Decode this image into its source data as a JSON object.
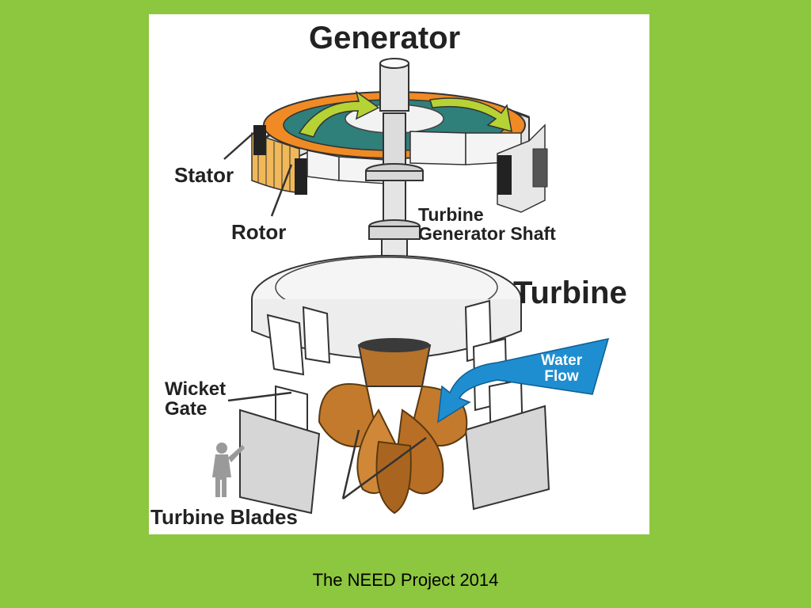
{
  "diagram": {
    "title_generator": "Generator",
    "title_turbine": "Turbine",
    "labels": {
      "stator": "Stator",
      "rotor": "Rotor",
      "shaft_line1": "Turbine",
      "shaft_line2": "Generator Shaft",
      "wicket_line1": "Wicket",
      "wicket_line2": "Gate",
      "turbine_blades": "Turbine Blades",
      "water_line1": "Water",
      "water_line2": "Flow"
    },
    "colors": {
      "background": "#8dc63f",
      "panel": "#ffffff",
      "blade": "#c47a2c",
      "water_arrow": "#1f8ed0",
      "rotor_arrow": "#b5d334",
      "metal": "#d9d9d9"
    }
  },
  "footer": {
    "credit": "The NEED Project 2014"
  }
}
